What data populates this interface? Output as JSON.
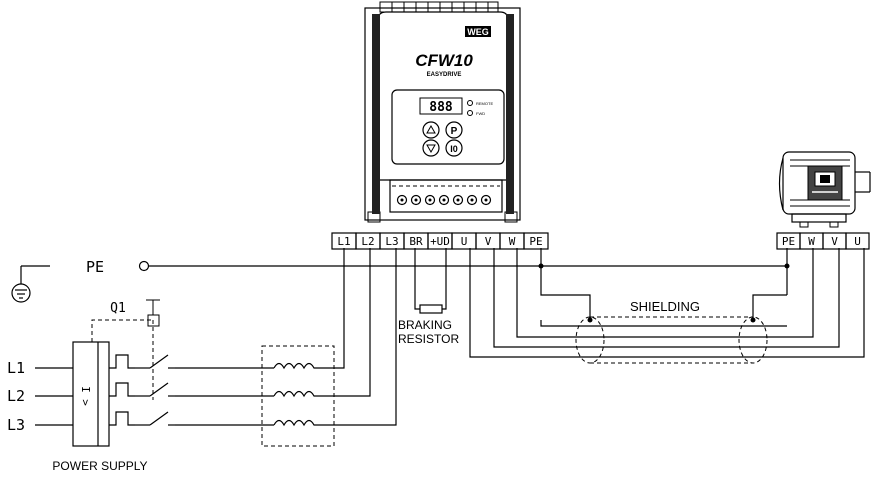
{
  "drive": {
    "brand_logo": "WEG",
    "model": "CFW10",
    "subtitle": "EASYDRIVE",
    "display": "888",
    "led_top": "REMOTE",
    "led_bottom": "FWD"
  },
  "drive_terminals": [
    "L1",
    "L2",
    "L3",
    "BR",
    "+UD",
    "U",
    "V",
    "W",
    "PE"
  ],
  "motor_terminals": [
    "PE",
    "W",
    "V",
    "U"
  ],
  "labels": {
    "pe": "PE",
    "shielding": "SHIELDING",
    "braking_line1": "BRAKING",
    "braking_line2": "RESISTOR",
    "q1": "Q1",
    "breaker_symbol": "I >",
    "power_supply": "POWER SUPPLY",
    "phase_l1": "L1",
    "phase_l2": "L2",
    "phase_l3": "L3"
  }
}
